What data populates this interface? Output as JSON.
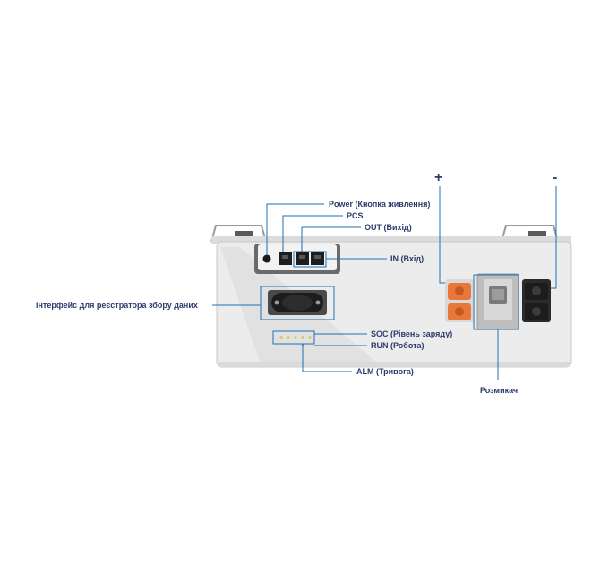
{
  "colors": {
    "callout": "#1f6fb2",
    "text": "#2d3a6b",
    "housing": "#ececec",
    "housing_edge": "#c9c9c9",
    "terminal_positive": "#e8773a",
    "terminal_negative": "#1c1c1c",
    "led": "#d9c23a"
  },
  "labels": {
    "power": "Power (Кнопка живлення)",
    "pcs": "PCS",
    "out": "OUT (Вихід)",
    "in": "IN (Вхід)",
    "interface": "Інтерфейс для реєстратора збору даних",
    "soc": "SOC (Рівень заряду)",
    "run": "RUN (Робота)",
    "alm": "ALM (Тривога)",
    "breaker": "Розмикач"
  },
  "symbols": {
    "plus": "+",
    "minus": "-"
  },
  "icons": {
    "power_button": "power-button-icon",
    "rj45_port": "rj45-port-icon",
    "data_connector": "data-connector-icon",
    "terminal": "battery-terminal-icon",
    "breaker": "breaker-switch-icon"
  }
}
